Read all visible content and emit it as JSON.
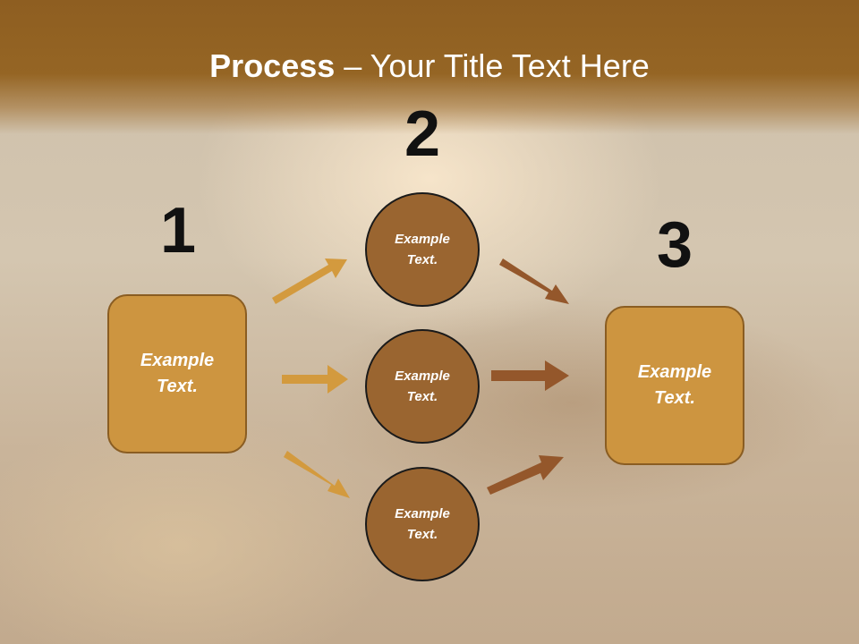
{
  "title": {
    "strong": "Process",
    "rest": " – Your Title Text Here"
  },
  "steps": [
    {
      "number": "1",
      "label": "Example\nText."
    },
    {
      "number": "2",
      "labels": [
        "Example\nText.",
        "Example\nText.",
        "Example\nText."
      ]
    },
    {
      "number": "3",
      "label": "Example\nText."
    }
  ],
  "colors": {
    "header": "#956524",
    "box_fill": "#cd9540",
    "circle_fill": "#9a6530",
    "left_arrow": "#d39a3e",
    "right_arrow": "#94572b"
  }
}
